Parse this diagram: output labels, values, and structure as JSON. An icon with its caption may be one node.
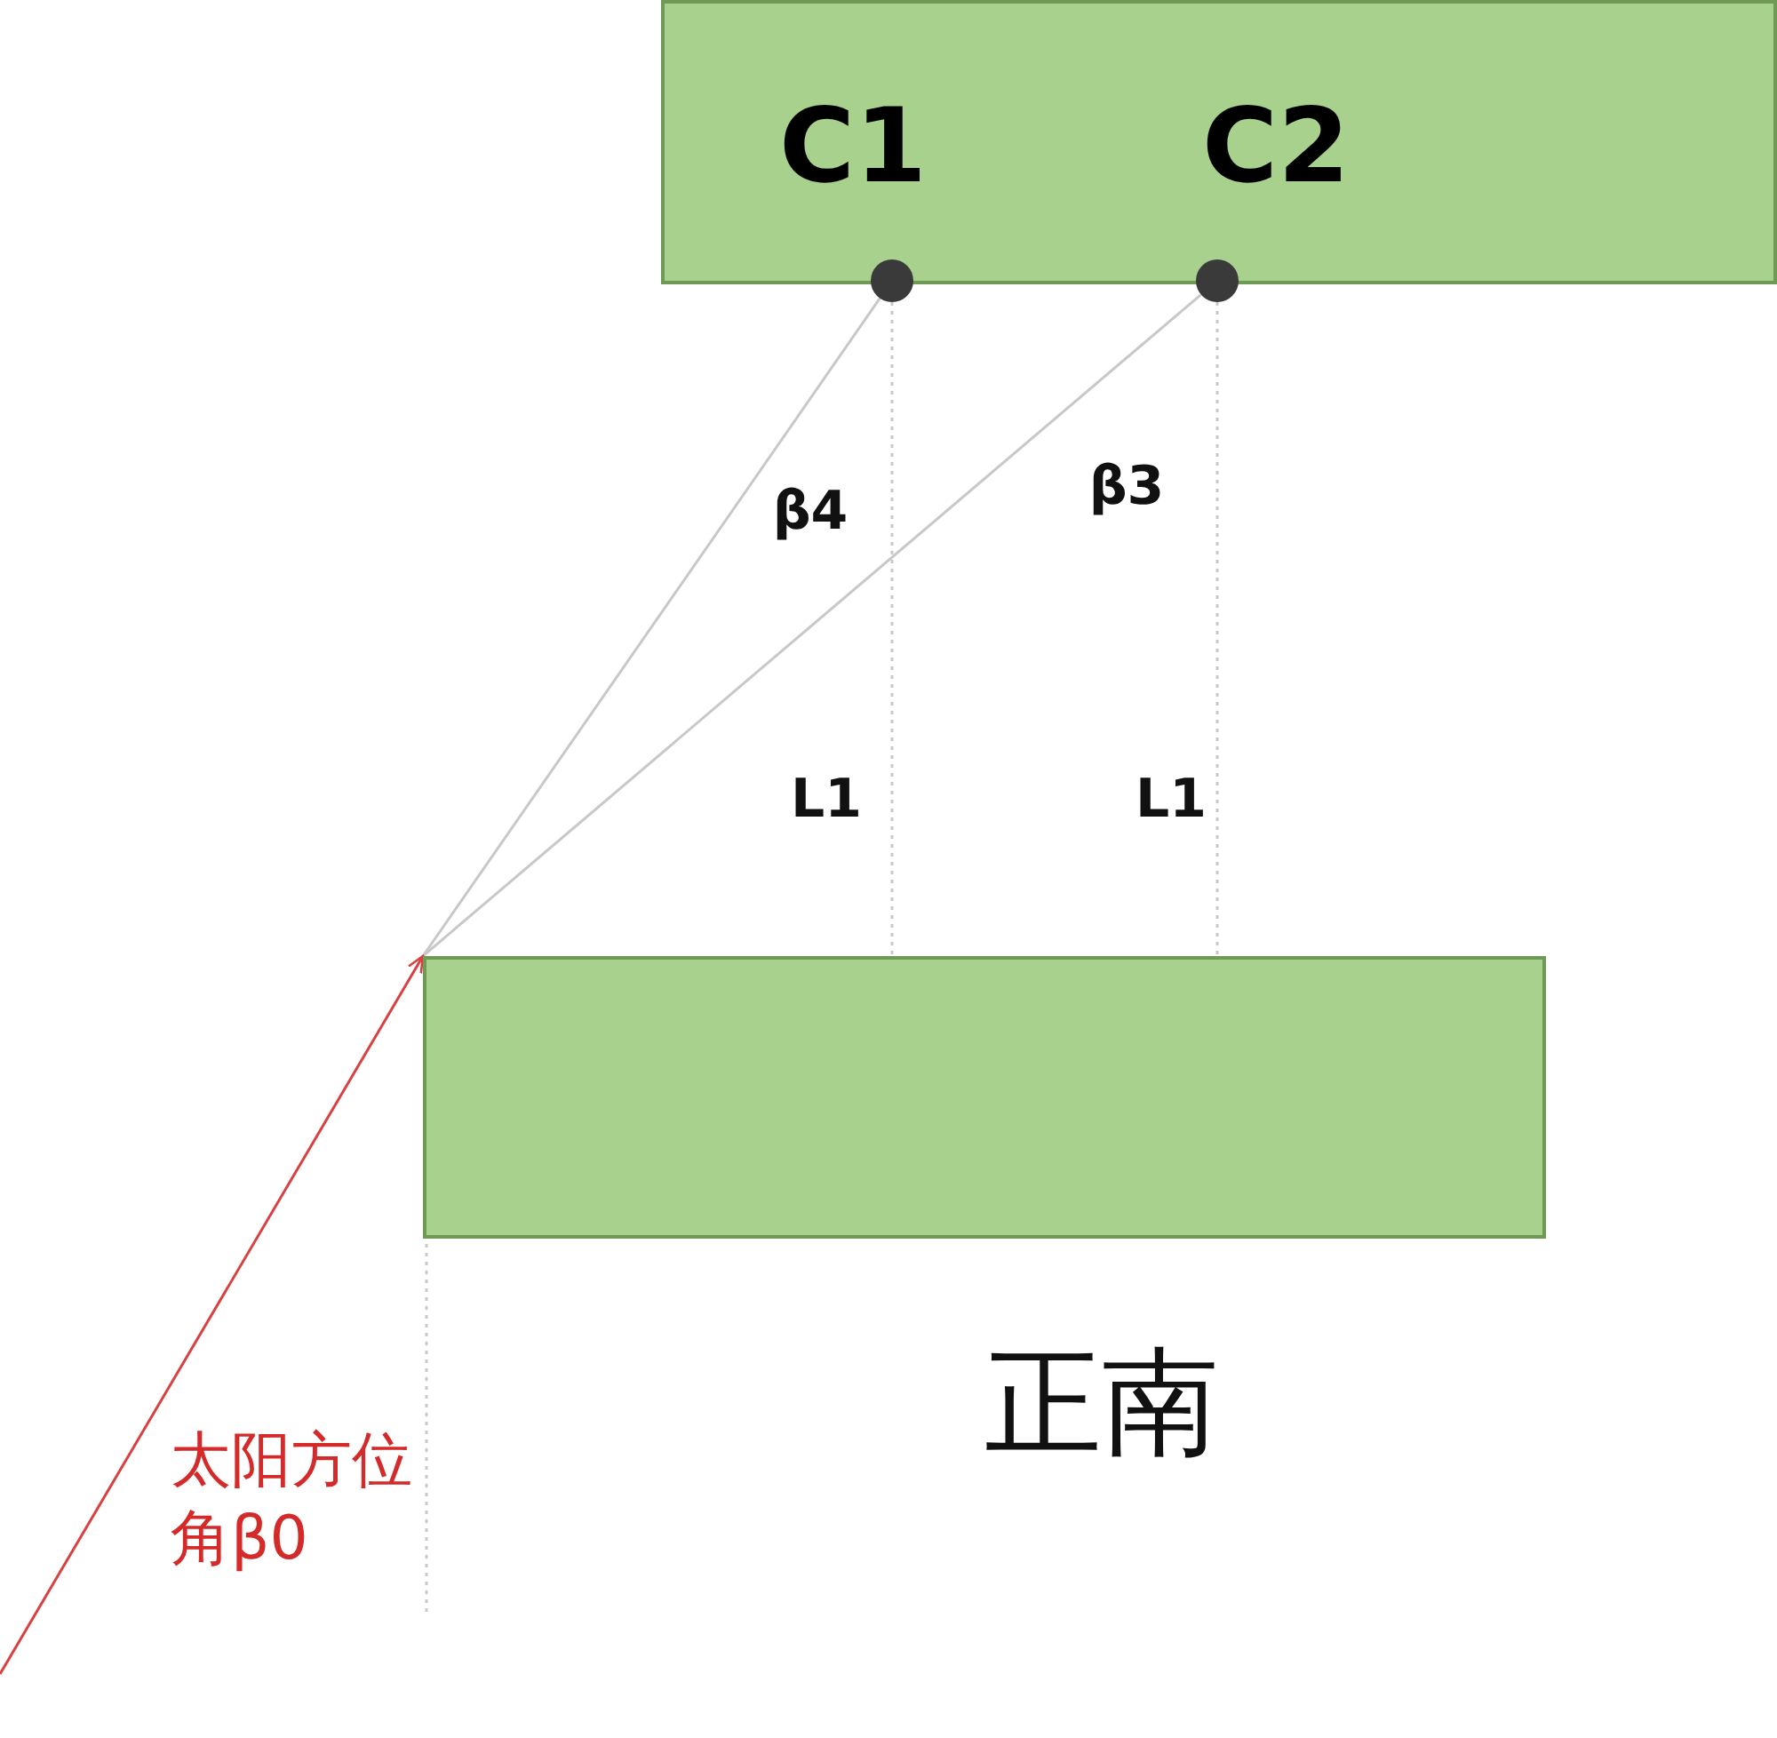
{
  "diagram": {
    "nodes": [
      {
        "text": [
          "C1",
          "C2"
        ]
      },
      {
        "text": [],
        "shape": "circle"
      },
      {
        "text": [],
        "shape": "circle"
      },
      {
        "text": [],
        "shape": "box"
      }
    ],
    "edges": [
      {
        "from": 1,
        "to": 3,
        "arrow": "none"
      },
      {
        "from": 2,
        "to": 3,
        "arrow": "none"
      },
      {
        "from": 1,
        "to": 3,
        "arrow": "none",
        "style": "dashed"
      },
      {
        "from": 2,
        "to": 3,
        "arrow": "none",
        "style": "dashed"
      },
      {
        "from": null,
        "to": 3,
        "arrow": "to",
        "color": "#d94040"
      }
    ],
    "labels": [
      "β4",
      "β3",
      "L1",
      "L1",
      "正南",
      "太阳方位角β0"
    ]
  }
}
